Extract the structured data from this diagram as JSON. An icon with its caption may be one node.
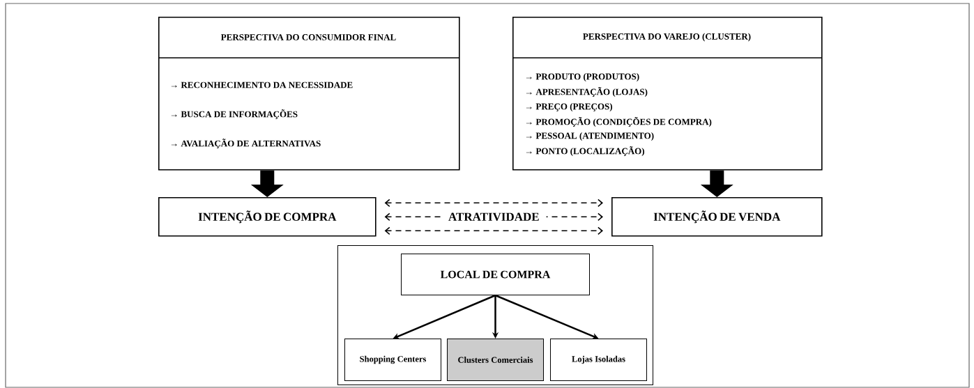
{
  "diagram": {
    "nodes": [
      {
        "text": [
          "PERSPECTIVA DO CONSUMIDOR FINAL",
          "→ RECONHECIMENTO DA NECESSIDADE",
          "→ BUSCA DE INFORMAÇÕES",
          "→ AVALIAÇÃO DE ALTERNATIVAS"
        ]
      },
      {
        "text": [
          "PERSPECTIVA DO VAREJO (CLUSTER)",
          "→ PRODUTO (PRODUTOS)",
          "→ APRESENTAÇÃO (LOJAS)",
          "→ PREÇO (PREÇOS)",
          "→ PROMOÇÃO (CONDIÇÕES DE COMPRA)",
          "→ PESSOAL (ATENDIMENTO)",
          "→ PONTO (LOCALIZAÇÃO)"
        ]
      },
      {
        "text": [
          "INTENÇÃO DE COMPRA"
        ]
      },
      {
        "text": [
          "INTENÇÃO DE VENDA"
        ]
      },
      {
        "text": [],
        "shape": "box"
      },
      {
        "text": [
          "LOCAL DE COMPRA"
        ],
        "in": 4
      },
      {
        "text": [
          "Shopping Centers"
        ],
        "in": 4
      },
      {
        "text": [
          "Clusters Comerciais"
        ],
        "in": 4
      },
      {
        "text": [
          "Lojas Isoladas"
        ],
        "in": 4
      }
    ],
    "edges": [
      {
        "from": 0,
        "to": 2,
        "arrow": "to",
        "style": "thick"
      },
      {
        "from": 1,
        "to": 3,
        "arrow": "to",
        "style": "thick"
      },
      {
        "from": 2,
        "to": 3,
        "arrow": "both",
        "style": "dashed"
      },
      {
        "from": 2,
        "to": 3,
        "arrow": "both",
        "style": "dashed",
        "label": "ATRATIVIDADE"
      },
      {
        "from": 2,
        "to": 3,
        "arrow": "both",
        "style": "dashed"
      },
      {
        "from": 5,
        "to": 6,
        "arrow": "to"
      },
      {
        "from": 5,
        "to": 7,
        "arrow": "to"
      },
      {
        "from": 5,
        "to": 8,
        "arrow": "to"
      }
    ]
  }
}
